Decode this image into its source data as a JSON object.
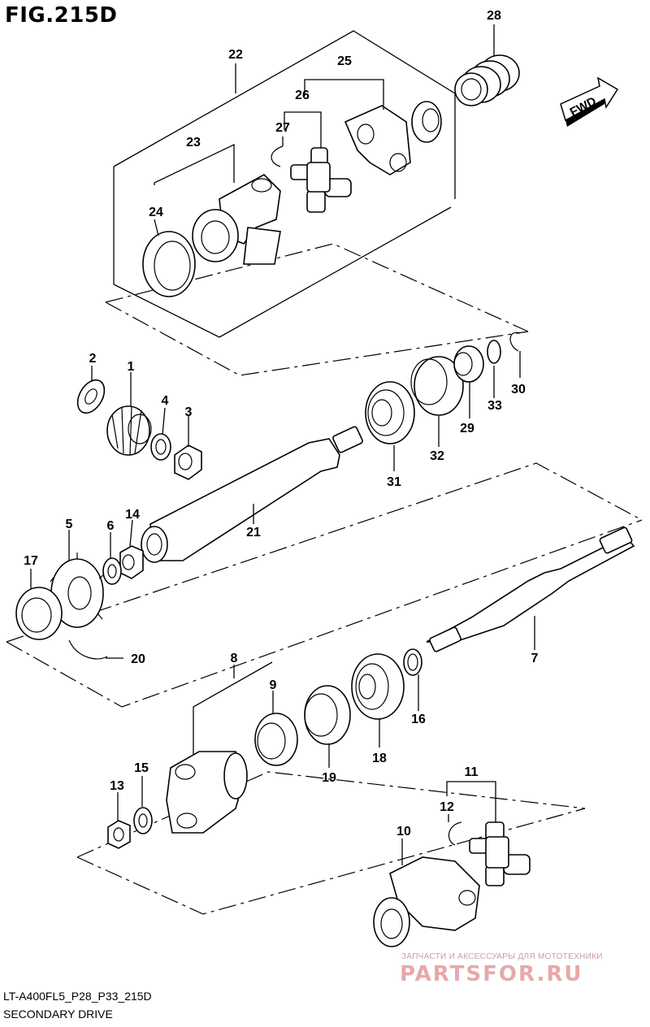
{
  "figure": {
    "title": "FIG.215D",
    "code": "LT-A400FL5_P28_P33_215D",
    "subtitle": "SECONDARY DRIVE"
  },
  "direction_tag": "FWD",
  "watermark": {
    "caption": "ЗАПЧАСТИ И АКСЕССУАРЫ ДЛЯ МОТОТЕХНИКИ",
    "logo": "PARTSFOR.RU"
  },
  "callouts": [
    "1",
    "2",
    "3",
    "4",
    "5",
    "6",
    "7",
    "8",
    "9",
    "10",
    "11",
    "12",
    "13",
    "14",
    "15",
    "16",
    "17",
    "18",
    "19",
    "20",
    "21",
    "22",
    "23",
    "24",
    "25",
    "26",
    "27",
    "28",
    "29",
    "30",
    "31",
    "32",
    "33"
  ]
}
